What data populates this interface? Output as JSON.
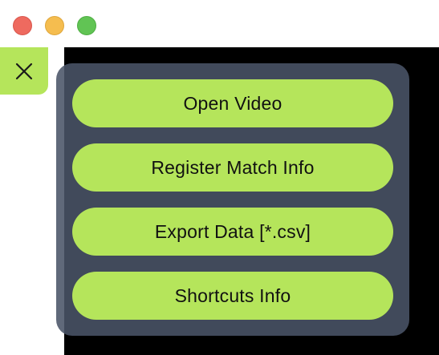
{
  "window": {
    "controls": [
      "close",
      "minimize",
      "zoom"
    ]
  },
  "menu": {
    "close_icon": "close-icon",
    "items": [
      {
        "label": "Open Video"
      },
      {
        "label": "Register Match Info"
      },
      {
        "label": "Export Data [*.csv]"
      },
      {
        "label": "Shortcuts Info"
      }
    ]
  },
  "colors": {
    "accent": "#b5e55b",
    "panel": "#4a5468",
    "video_background": "#000000"
  }
}
